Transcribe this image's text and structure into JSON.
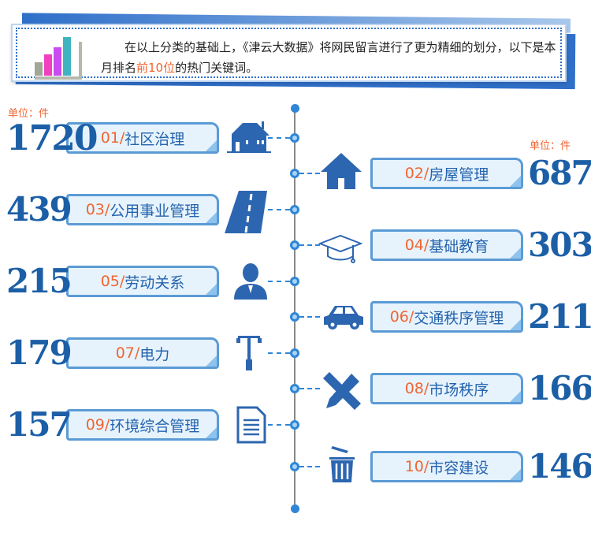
{
  "intro": {
    "text_before": "在以上分类的基础上，《津云大数据》将网民留言进行了更为精细的划分，以下是本月排名",
    "highlight": "前10位",
    "text_after": "的热门关键词。"
  },
  "unit_left": "单位：件",
  "unit_right": "单位：件",
  "colors": {
    "accent": "#f26430",
    "blue": "#1c5fa6",
    "pill_bg": "#e6f3fd"
  },
  "items": [
    {
      "rank": "01/",
      "label": "社区治理",
      "value": "1720",
      "icon": "house-icon"
    },
    {
      "rank": "02/",
      "label": "房屋管理",
      "value": "687",
      "icon": "home-icon"
    },
    {
      "rank": "03/",
      "label": "公用事业管理",
      "value": "439",
      "icon": "road-icon"
    },
    {
      "rank": "04/",
      "label": "基础教育",
      "value": "303",
      "icon": "graduation-cap-icon"
    },
    {
      "rank": "05/",
      "label": "劳动关系",
      "value": "215",
      "icon": "worker-icon"
    },
    {
      "rank": "06/",
      "label": "交通秩序管理",
      "value": "211",
      "icon": "car-icon"
    },
    {
      "rank": "07/",
      "label": "电力",
      "value": "179",
      "icon": "street-lamp-icon"
    },
    {
      "rank": "08/",
      "label": "市场秩序",
      "value": "166",
      "icon": "ruler-pencil-icon"
    },
    {
      "rank": "09/",
      "label": "环境综合管理",
      "value": "157",
      "icon": "document-icon"
    },
    {
      "rank": "10/",
      "label": "市容建设",
      "value": "146",
      "icon": "trash-can-icon"
    }
  ]
}
